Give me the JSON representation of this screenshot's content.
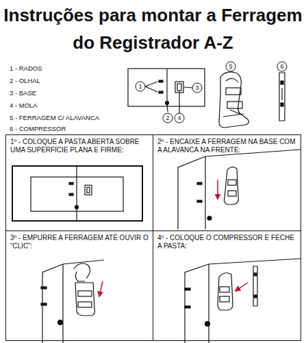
{
  "diagram": {
    "title": "Instruções para montar a Ferragem do Registrador A-Z",
    "nodes": [
      {
        "text": [
          "1º - COLOQUE A PASTA ABERTA SOBRE UMA SUPERFÍCIE PLANA E FIRME:"
        ]
      },
      {
        "text": [
          "2º - ENCAIXE A FERRAGEM NA BASE COM A ALAVANCA NA FRENTE:"
        ]
      },
      {
        "text": [
          "3º - EMPURRE A FERRAGEM ATÉ OUVIR O “CLIC”:"
        ]
      },
      {
        "text": [
          "4º - COLOQUE O COMPRESSOR E FECHE A PASTA:"
        ]
      }
    ],
    "labels": [
      "1 - RADOS",
      "2 - OLHAL",
      "3 - BASE",
      "4 - MOLA",
      "5 - FERRAGEM C/ ALAVANCA",
      "6 - COMPRESSOR",
      "1",
      "2",
      "3",
      "4",
      "5",
      "6"
    ]
  }
}
